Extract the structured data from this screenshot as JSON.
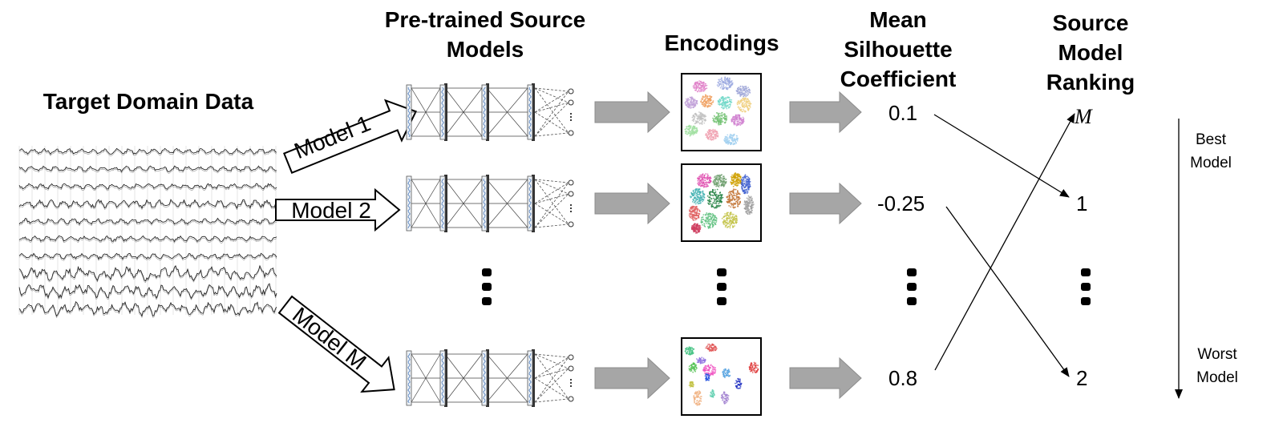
{
  "headers": {
    "target": "Target Domain Data",
    "source_models": [
      "Pre-trained Source",
      "Models"
    ],
    "encodings": "Encodings",
    "silhouette": [
      "Mean",
      "Silhouette",
      "Coefficient"
    ],
    "ranking": [
      "Source",
      "Model",
      "Ranking"
    ]
  },
  "models": [
    {
      "label": "Model 1",
      "coefficient": "0.1"
    },
    {
      "label": "Model 2",
      "coefficient": "-0.25"
    },
    {
      "label": "Model M",
      "coefficient": "0.8"
    }
  ],
  "ranking_labels": [
    "M",
    "1",
    "2"
  ],
  "scale": {
    "best": [
      "Best",
      "Model"
    ],
    "worst": [
      "Worst",
      "Model"
    ]
  },
  "colors": {
    "arrow_fill": "#a6a6a6",
    "line": "#000000"
  }
}
